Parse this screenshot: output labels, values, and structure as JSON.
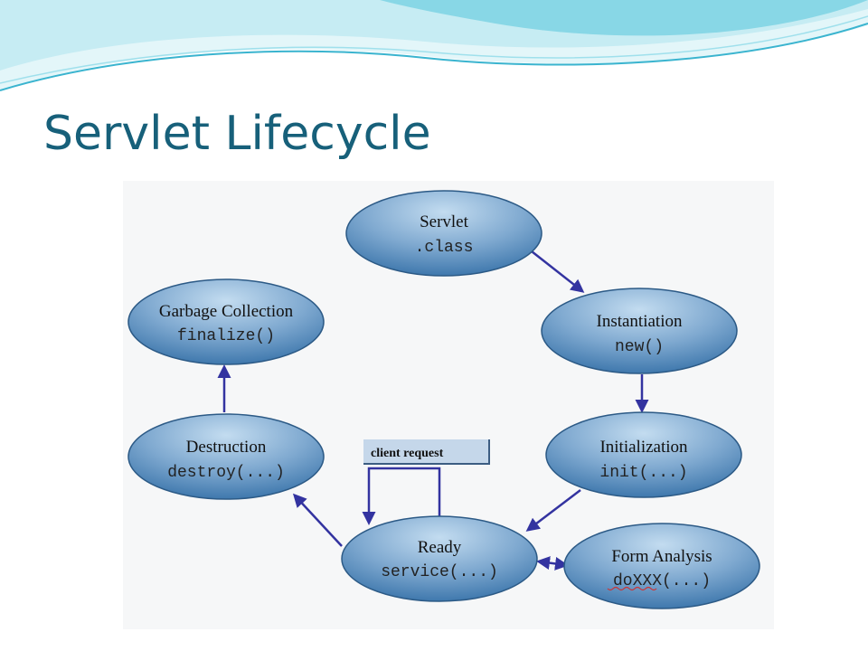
{
  "slide": {
    "title": "Servlet Lifecycle",
    "colors": {
      "title": "#17607a",
      "wave_light": "#c6ecf3",
      "wave_mid": "#7dd3e3",
      "wave_dark": "#3ab4cf",
      "node_fill_light": "#c3dcf0",
      "node_fill_dark": "#3f78ad",
      "arrow": "#3333a0"
    }
  },
  "diagram": {
    "nodes": {
      "servlet_class": {
        "title": "Servlet",
        "method": ".class"
      },
      "instantiation": {
        "title": "Instantiation",
        "method": "new()"
      },
      "initialization": {
        "title": "Initialization",
        "method": "init(...)"
      },
      "ready": {
        "title": "Ready",
        "method": "service(...)"
      },
      "form_analysis": {
        "title": "Form Analysis",
        "method": "doXXX(...)"
      },
      "destruction": {
        "title": "Destruction",
        "method": "destroy(...)"
      },
      "garbage_collection": {
        "title": "Garbage Collection",
        "method": "finalize()"
      }
    },
    "client_request_label": "client request"
  }
}
